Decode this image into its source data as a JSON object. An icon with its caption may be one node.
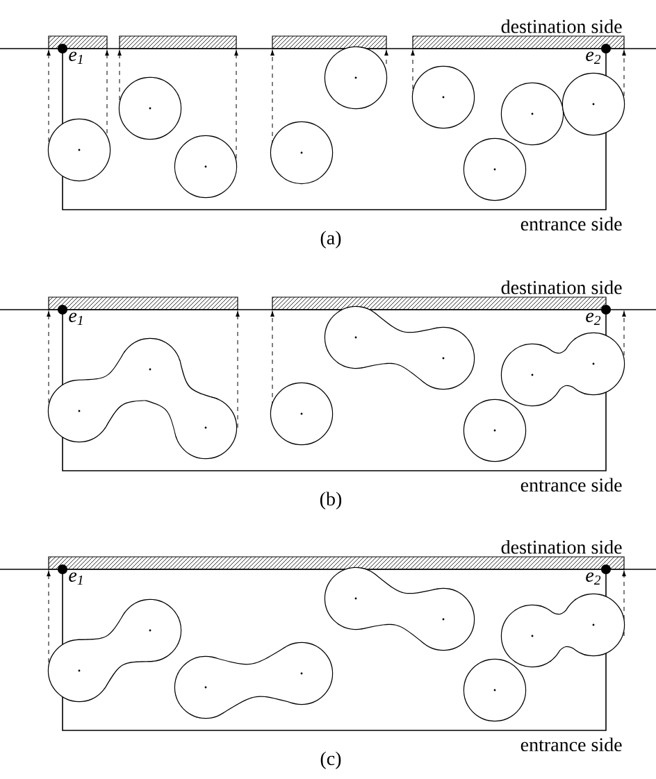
{
  "diagram": {
    "labels": [
      "destination side",
      "e$_{1}$",
      "e$_{2}$",
      "entrance side",
      "(a)",
      "destination side",
      "e$_{1}$",
      "e$_{2}$",
      "entrance side",
      "(b)",
      "destination side",
      "e$_{1}$",
      "e$_{2}$",
      "entrance side",
      "(c)"
    ]
  }
}
